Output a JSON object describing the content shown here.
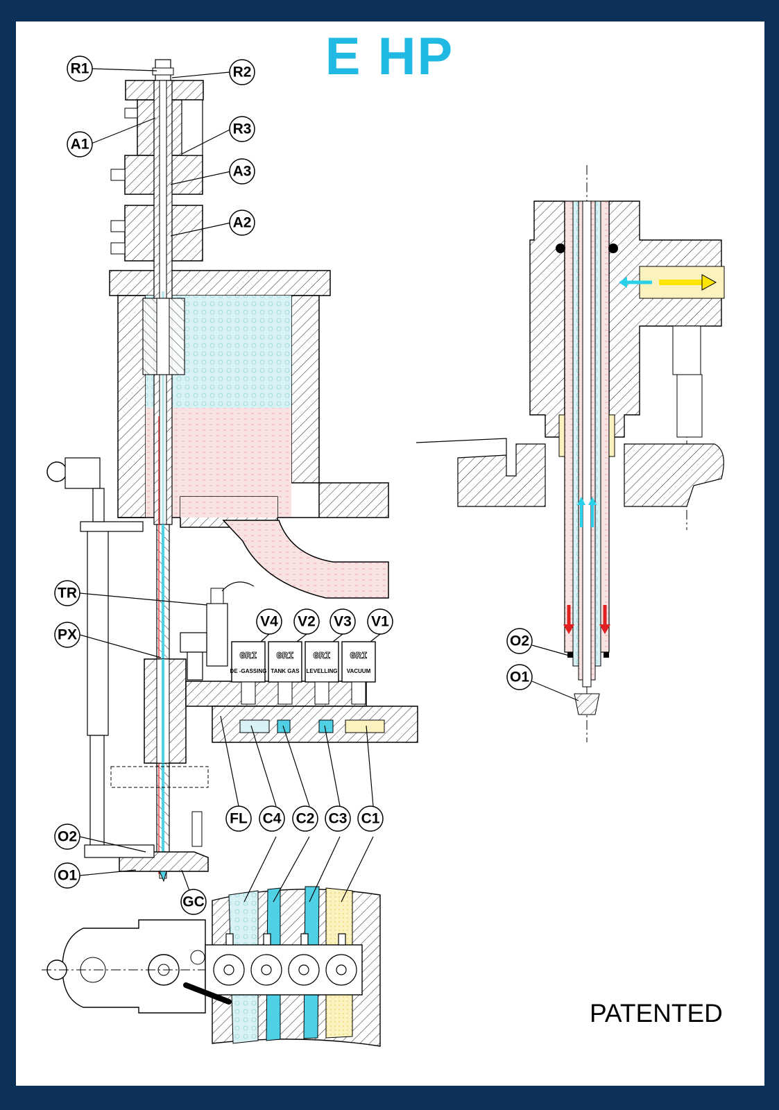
{
  "title": "E HP",
  "footer": "PATENTED",
  "colors": {
    "frame": "#0b3158",
    "title": "#1fb9e4",
    "liquid": "#d8f1f4",
    "gas": "#f7dede",
    "vacuum": "#fbf3bf",
    "cyan_channel": "#4fd0e4",
    "arrow_red": "#e02020",
    "arrow_yellow": "#ffe600",
    "arrow_cyan": "#29d0ea"
  },
  "labels": {
    "R1": "R1",
    "R2": "R2",
    "R3": "R3",
    "A1": "A1",
    "A2": "A2",
    "A3": "A3",
    "TR": "TR",
    "PX": "PX",
    "O2": "O2",
    "O1": "O1",
    "GC": "GC",
    "FL": "FL",
    "C4": "C4",
    "C2": "C2",
    "C3": "C3",
    "C1": "C1",
    "V4": "V4",
    "V2": "V2",
    "V3": "V3",
    "V1": "V1"
  },
  "valves": [
    {
      "id": "V4",
      "brand": "GRI",
      "function": "DE -GASSING"
    },
    {
      "id": "V2",
      "brand": "GRI",
      "function": "TANK GAS"
    },
    {
      "id": "V3",
      "brand": "GRI",
      "function": "LEVELLING"
    },
    {
      "id": "V1",
      "brand": "GRI",
      "function": "VACUUM"
    }
  ],
  "detail": {
    "labels": {
      "O2": "O2",
      "O1": "O1"
    }
  }
}
